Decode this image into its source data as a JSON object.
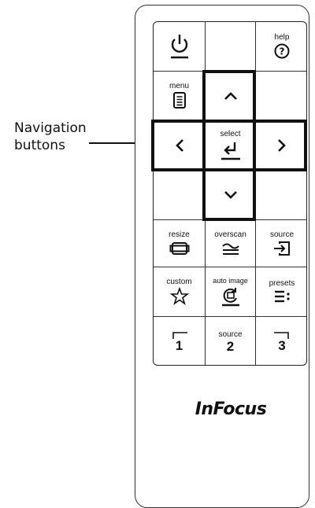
{
  "callout": {
    "line1": "Navigation",
    "line2": "buttons"
  },
  "remote": {
    "brand_logo": "InFocus",
    "buttons": {
      "power": {
        "label": "",
        "icon": "power-icon"
      },
      "help": {
        "label": "help",
        "icon": "question-circle-icon"
      },
      "menu": {
        "label": "menu",
        "icon": "menu-document-icon"
      },
      "up": {
        "icon": "chevron-up-icon"
      },
      "left": {
        "icon": "chevron-left-icon"
      },
      "select": {
        "label": "select",
        "icon": "enter-arrow-icon"
      },
      "right": {
        "icon": "chevron-right-icon"
      },
      "down": {
        "icon": "chevron-down-icon"
      },
      "resize": {
        "label": "resize",
        "icon": "screen-frame-icon"
      },
      "overscan": {
        "label": "overscan",
        "icon": "overscan-wave-icon"
      },
      "source": {
        "label": "source",
        "icon": "source-input-icon"
      },
      "custom": {
        "label": "custom",
        "icon": "star-icon"
      },
      "auto_image": {
        "label": "auto image",
        "icon": "auto-image-icon"
      },
      "presets": {
        "label": "presets",
        "icon": "presets-list-icon"
      },
      "preset1": {
        "number": "1"
      },
      "source2": {
        "label": "source",
        "number": "2"
      },
      "preset3": {
        "number": "3"
      }
    }
  }
}
